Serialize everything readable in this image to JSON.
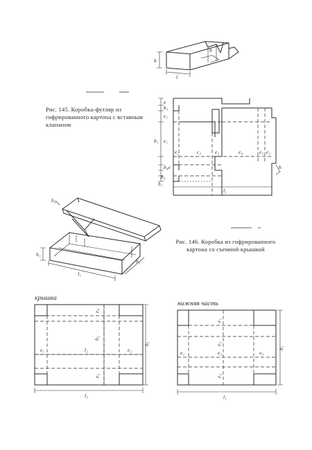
{
  "figure_145": {
    "caption": "Рис. 145. Коробка-футляр из гофрированного картона с вставным клапаном"
  },
  "figure_146": {
    "caption": "Рис. 146. Коробка из гофрированного картона со съемной крышкой",
    "lid_label": "крышка",
    "bottom_label": "нижняя часть"
  }
}
